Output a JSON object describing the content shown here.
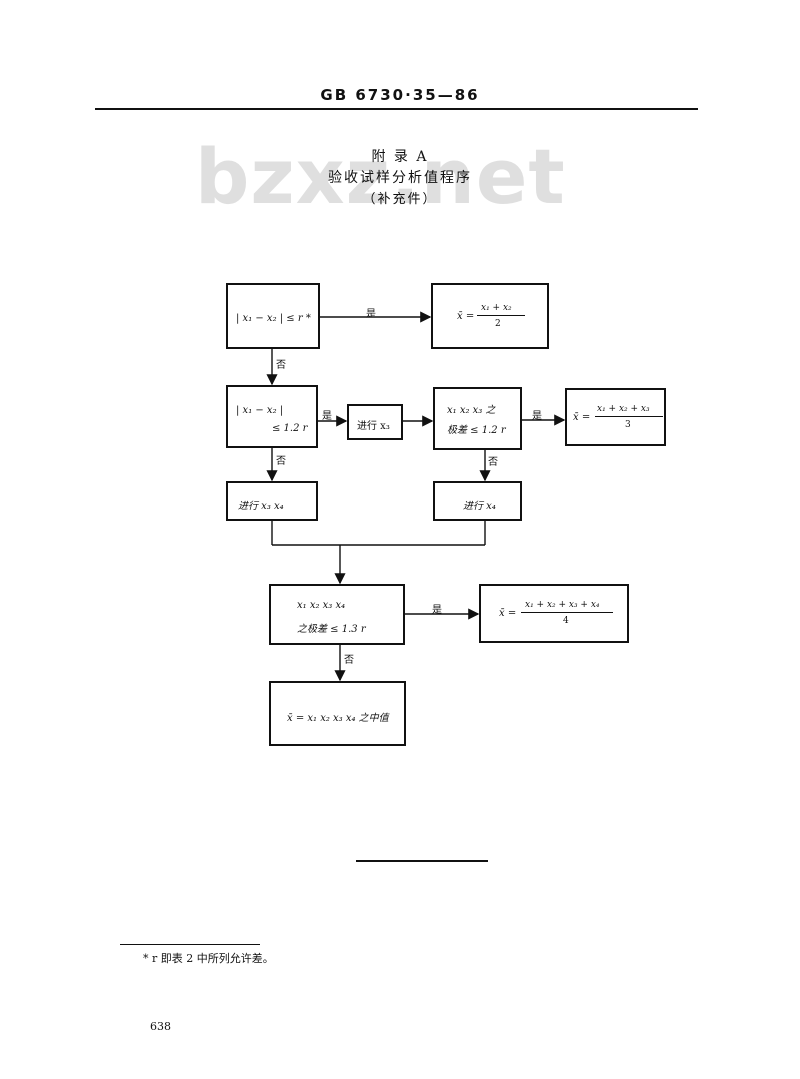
{
  "header": {
    "standard_code": "GB 6730·35—86"
  },
  "watermark": "bzxz.net",
  "title": {
    "appendix": "附 录 A",
    "main": "验收试样分析值程序",
    "sub": "（补充件）"
  },
  "flow": {
    "b1": "| x₁ − x₂ | ≤ r *",
    "r1_num": "x₁ + x₂",
    "r1_den": "2",
    "r1_lhs": "x̄ =",
    "b2_line1": "| x₁ − x₂ |",
    "b2_line2": "≤ 1.2 r",
    "b3": "进行 x₃",
    "b4_line1": "x₁   x₂   x₃ 之",
    "b4_line2": "极差 ≤ 1.2 r",
    "r2_lhs": "x̄ =",
    "r2_num": "x₁ + x₂ + x₃",
    "r2_den": "3",
    "b5": "进行 x₃   x₄",
    "b6": "进行 x₄",
    "b7_line1": "x₁    x₂    x₃    x₄",
    "b7_line2": "之极差 ≤ 1.3 r",
    "r3_lhs": "x̄ =",
    "r3_num": "x₁ + x₂ + x₃ + x₄",
    "r3_den": "4",
    "b8": "x̄ = x₁ x₂ x₃ x₄ 之中值",
    "yes": "是",
    "no": "否"
  },
  "footnote": "* r 即表 2 中所列允许差。",
  "page_number": "638"
}
